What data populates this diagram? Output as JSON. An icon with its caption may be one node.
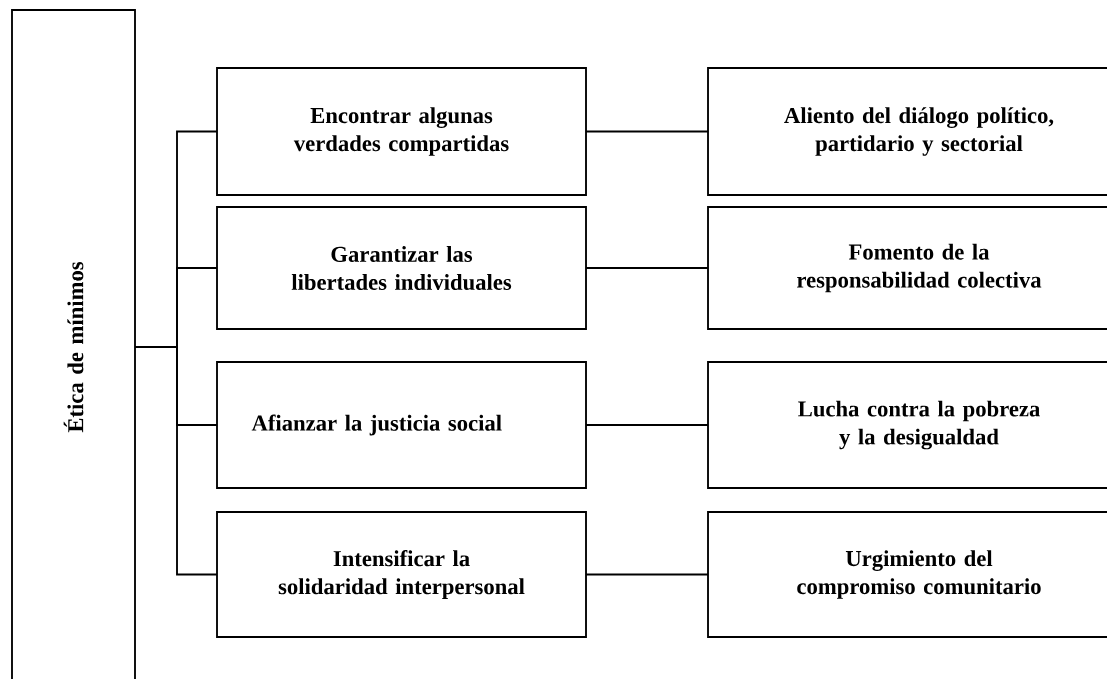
{
  "diagram": {
    "nodes": [
      {
        "text": [
          "Ética de mínimos"
        ]
      },
      {
        "text": [
          "Encontrar algunas verdades compartidas"
        ]
      },
      {
        "text": [
          "Garantizar las libertades individuales"
        ]
      },
      {
        "text": [
          "Afianzar la justicia social"
        ]
      },
      {
        "text": [
          "Intensificar la solidaridad interpersonal"
        ]
      },
      {
        "text": [
          "Aliento del diálogo político, partidario y sectorial"
        ]
      },
      {
        "text": [
          "Fomento de la responsabilidad colectiva"
        ]
      },
      {
        "text": [
          "Lucha contra la pobreza y la desigualdad"
        ]
      },
      {
        "text": [
          "Urgimiento del compromiso comunitario"
        ]
      }
    ],
    "edges": [
      {
        "from": 0,
        "to": 1,
        "arrow": "none"
      },
      {
        "from": 0,
        "to": 2,
        "arrow": "none"
      },
      {
        "from": 0,
        "to": 3,
        "arrow": "none"
      },
      {
        "from": 0,
        "to": 4,
        "arrow": "none"
      },
      {
        "from": 1,
        "to": 5,
        "arrow": "none"
      },
      {
        "from": 2,
        "to": 6,
        "arrow": "none"
      },
      {
        "from": 3,
        "to": 7,
        "arrow": "none"
      },
      {
        "from": 4,
        "to": 8,
        "arrow": "none"
      }
    ]
  }
}
